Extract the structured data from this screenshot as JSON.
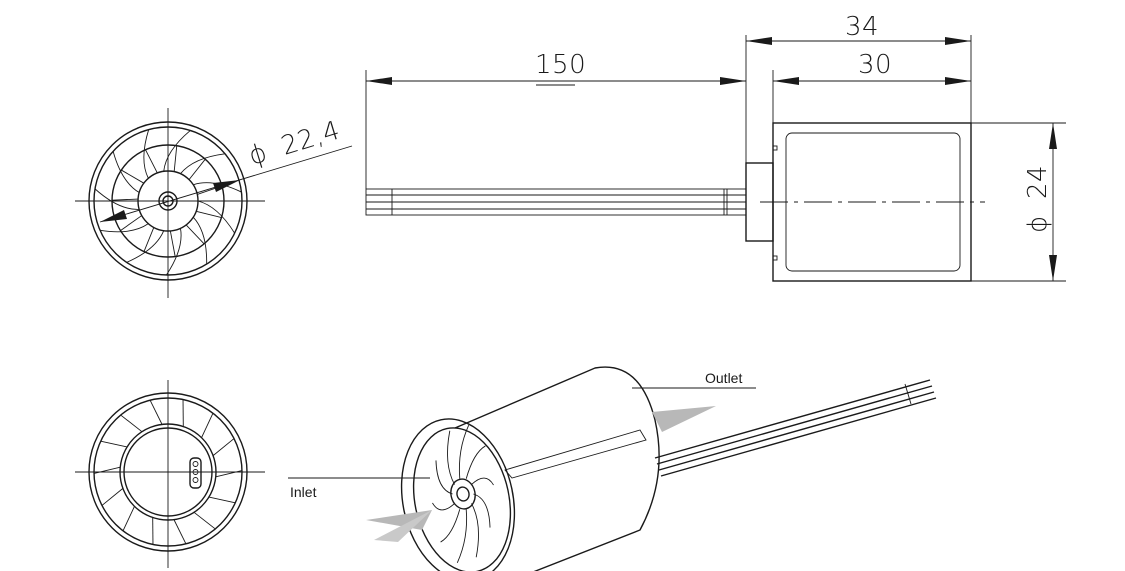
{
  "dimensions": {
    "wire_length": "150",
    "overall_length": "34",
    "body_length": "30",
    "body_diameter": "24",
    "duct_diameter": "22,4",
    "diameter_symbol": "ϕ"
  },
  "callouts": {
    "outlet": "Outlet",
    "inlet": "Inlet"
  },
  "colors": {
    "line": "#1a1a1a",
    "flow_arrow": "#b8b8b8"
  }
}
